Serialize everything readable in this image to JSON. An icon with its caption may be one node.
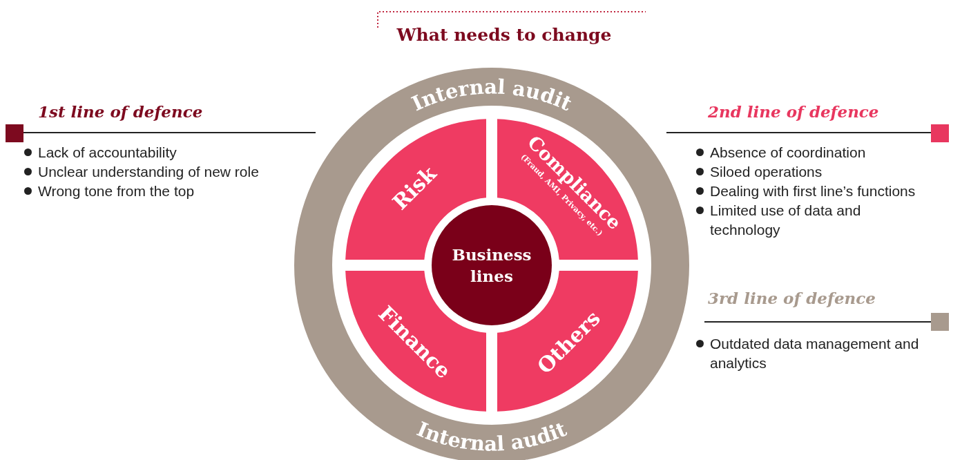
{
  "diagram": {
    "title": "What needs to change",
    "nodes": [
      {
        "text": [
          "Internal audit",
          "Internal audit"
        ]
      },
      {
        "text": [
          "Risk"
        ],
        "in": 0
      },
      {
        "text": [
          "Compliance",
          "(Fraud, AMI, Privacy, etc.)"
        ],
        "in": 0
      },
      {
        "text": [
          "Finance"
        ],
        "in": 0
      },
      {
        "text": [
          "Others"
        ],
        "in": 0
      },
      {
        "text": [
          "Business lines"
        ],
        "in": 0
      }
    ],
    "edges": [],
    "labels": [
      "1st line of defence",
      "Lack of accountability",
      "Unclear understanding of new role",
      "Wrong tone from the top",
      "2nd line of defence",
      "Absence of coordination",
      "Siloed operations",
      "Dealing with first line’s functions",
      "Limited use of data and technology",
      "3rd line of defence",
      "Outdated data management and analytics"
    ]
  }
}
